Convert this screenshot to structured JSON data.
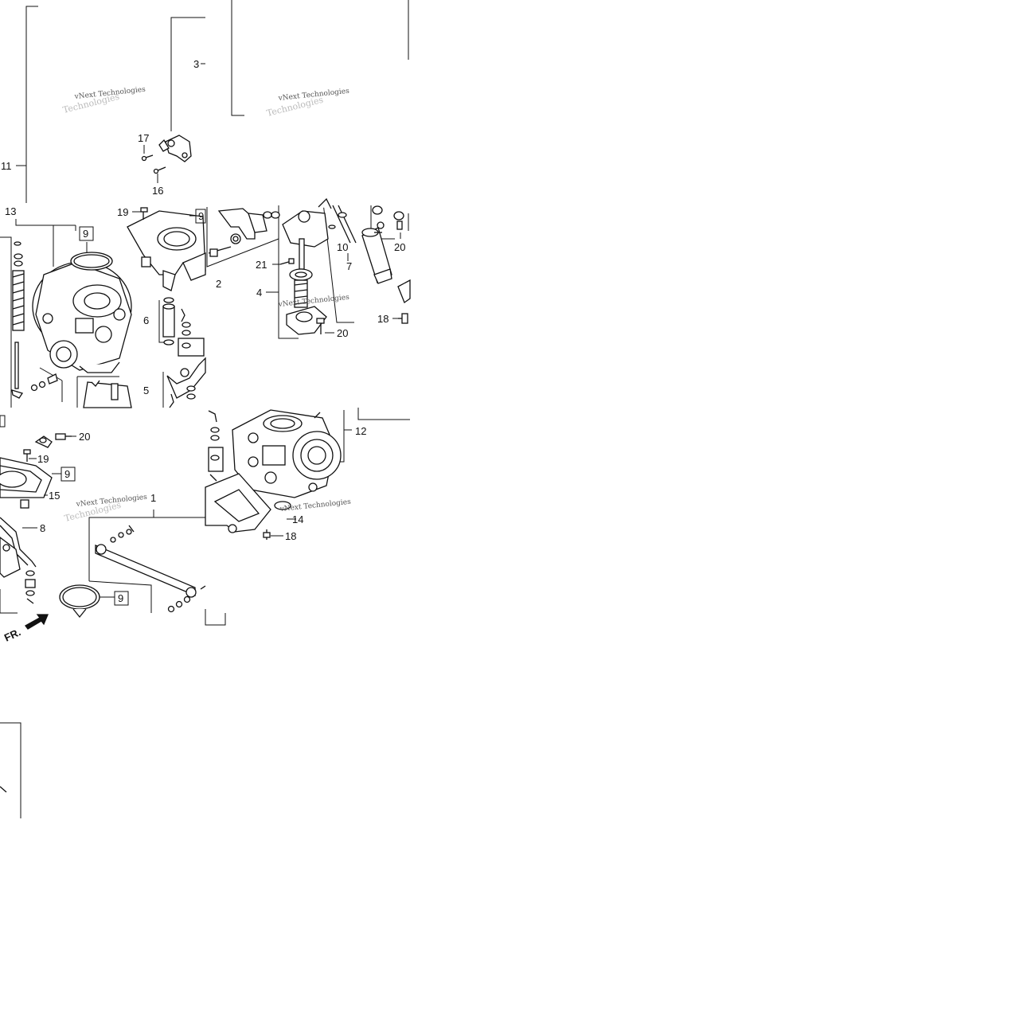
{
  "watermark": {
    "brand": "vNext Technologies",
    "echo": "Technologies"
  },
  "direction_marker": "FR.",
  "callouts": {
    "c1": "1",
    "c2": "2",
    "c3": "3",
    "c4": "4",
    "c5": "5",
    "c6": "6",
    "c7": "7",
    "c8": "8",
    "c9": "9",
    "c10": "10",
    "c11": "11",
    "c12": "12",
    "c13": "13",
    "c14": "14",
    "c15": "15",
    "c16": "16",
    "c17": "17",
    "c18": "18",
    "c19": "19",
    "c20": "20",
    "c21": "21"
  }
}
